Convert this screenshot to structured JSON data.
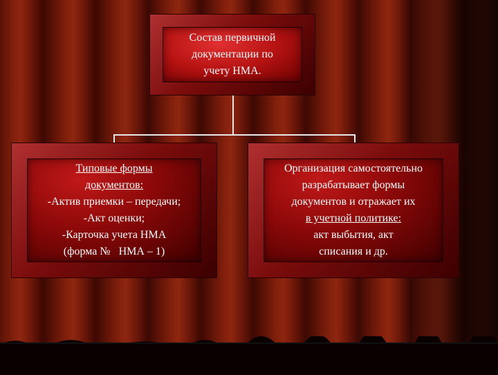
{
  "top": {
    "lines": [
      "Состав первичной",
      "документации по",
      "учету НМА."
    ]
  },
  "left": {
    "lines": [
      "Типовые формы",
      "документов:",
      "-Актив приемки – передачи;",
      "-Акт оценки;",
      "-Карточка учета НМА",
      "(форма №   НМА – 1)"
    ],
    "underlined": [
      true,
      true,
      false,
      false,
      false,
      false
    ]
  },
  "right": {
    "lines": [
      "Организация самостоятельно",
      "разрабатывает формы",
      "документов и отражает их",
      "в учетной политике:",
      "акт выбытия, акт",
      "списания и др."
    ],
    "underlined": [
      false,
      false,
      false,
      true,
      false,
      false
    ]
  },
  "colors": {
    "box_red": "#b51212",
    "connector": "#e8e8e8",
    "text": "#ffffff"
  }
}
